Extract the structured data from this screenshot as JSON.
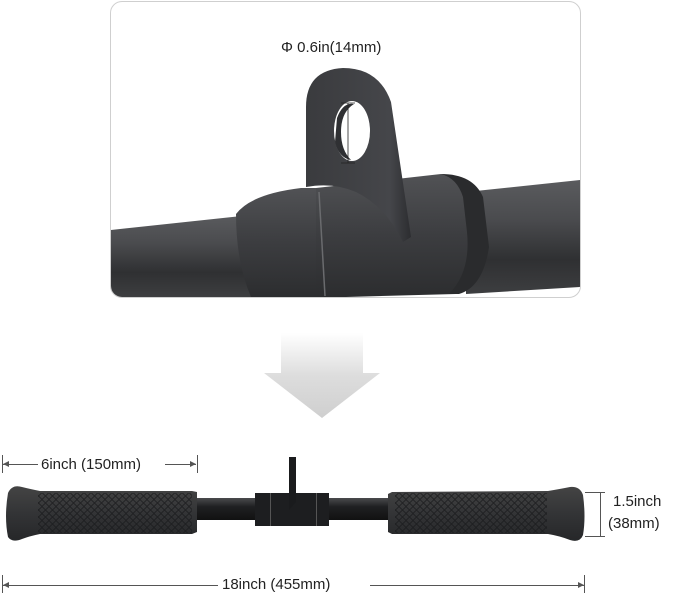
{
  "detail_view": {
    "hole_diameter_label": "Φ 0.6in(14mm)"
  },
  "transition_arrow": {
    "icon": "down-arrow-icon",
    "color": "#d6d6d6"
  },
  "full_view": {
    "grip_length_label": "6inch (150mm)",
    "grip_diameter_label_line1": "1.5inch",
    "grip_diameter_label_line2": "(38mm)",
    "total_length_label": "18inch (455mm)"
  },
  "colors": {
    "bar": "#3a3b3d",
    "grip": "#2e2f31",
    "dimension_line": "#555555",
    "panel_border": "#cfcfcf"
  }
}
